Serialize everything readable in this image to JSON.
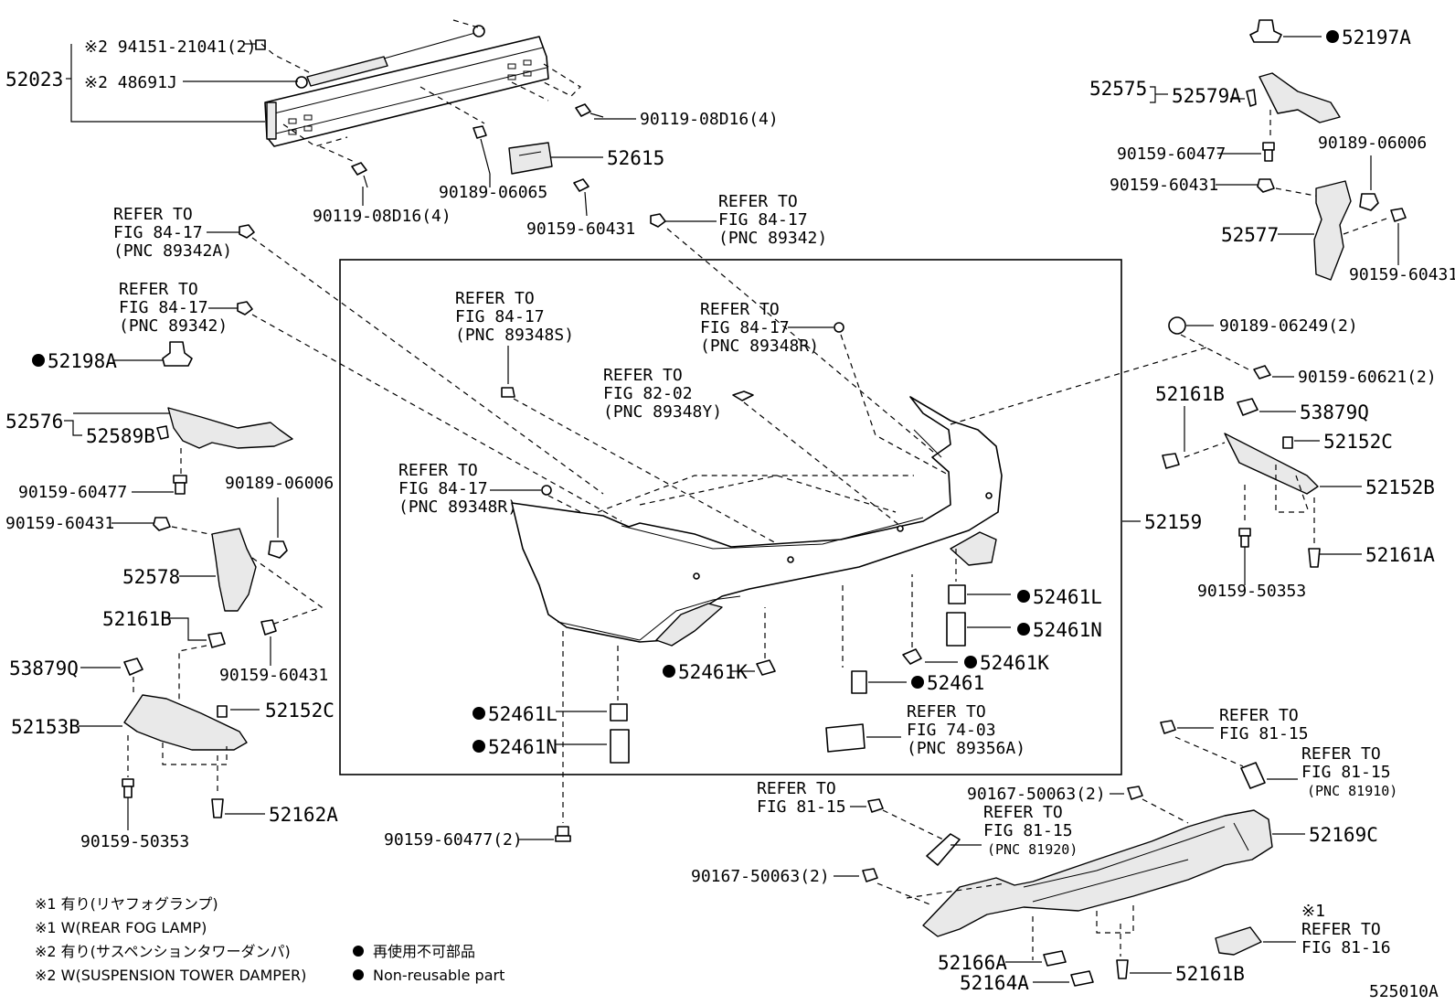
{
  "labels": {
    "p52023": "52023",
    "p94151": "※2 94151-21041(2)",
    "p48691": "※2 48691J",
    "p90119a": "90119-08D16(4)",
    "p90119b": "90119-08D16(4)",
    "p90189a": "90189-06065",
    "p52615": "52615",
    "p90159a": "90159-60431",
    "p52197A": "52197A",
    "p52575": "52575",
    "p52579A": "52579A",
    "p90159b": "90159-60477",
    "p90189b": "90189-06006",
    "p90159c": "90159-60431",
    "p52577": "52577",
    "p90159d": "90159-60431",
    "p90189c": "90189-06249(2)",
    "p90159e": "90159-60621(2)",
    "p52161B": "52161B",
    "p53879Q": "53879Q",
    "p52152C": "52152C",
    "p52152B": "52152B",
    "p52159": "52159",
    "p52161A": "52161A",
    "p90159f": "90159-50353",
    "p52198A": "52198A",
    "p52576": "52576",
    "p52589B": "52589B",
    "p90159g": "90159-60477",
    "p90189d": "90189-06006",
    "p90159h": "90159-60431",
    "p52578": "52578",
    "p52161Bb": "52161B",
    "p90159i": "90159-60431",
    "p53879Qb": "53879Q",
    "p52152Cb": "52152C",
    "p52153B": "52153B",
    "p90159j": "90159-50353",
    "p52162A": "52162A",
    "p52461Ka": "52461K",
    "p52461La": "52461L",
    "p52461Na": "52461N",
    "p90159k": "90159-60477(2)",
    "p52461Lb": "52461L",
    "p52461Nb": "52461N",
    "p52461Kb": "52461K",
    "p52461": "52461",
    "p90167a": "90167-50063(2)",
    "p52169C": "52169C",
    "p90167b": "90167-50063(2)",
    "p52166A": "52166A",
    "p52164A": "52164A",
    "p52161Bc": "52161B",
    "figId": "525010A"
  },
  "refers": [
    {
      "l1": "REFER TO",
      "l2": "FIG 84-17",
      "l3": "(PNC 89342A)"
    },
    {
      "l1": "REFER TO",
      "l2": "FIG 84-17",
      "l3": "(PNC 89342)"
    },
    {
      "l1": "REFER TO",
      "l2": "FIG 84-17",
      "l3": "(PNC 89342)"
    },
    {
      "l1": "REFER TO",
      "l2": "FIG 84-17",
      "l3": "(PNC 89348S)"
    },
    {
      "l1": "REFER TO",
      "l2": "FIG 84-17",
      "l3": "(PNC 89348R)"
    },
    {
      "l1": "REFER TO",
      "l2": "FIG 82-02",
      "l3": "(PNC 89348Y)"
    },
    {
      "l1": "REFER TO",
      "l2": "FIG 84-17",
      "l3": "(PNC 89348R)"
    },
    {
      "l1": "REFER TO",
      "l2": "FIG 74-03",
      "l3": "(PNC 89356A)"
    },
    {
      "l1": "REFER TO",
      "l2": "FIG 81-15",
      "l3": ""
    },
    {
      "l1": "REFER TO",
      "l2": "FIG 81-15",
      "l3": "(PNC 81910)"
    },
    {
      "l1": "REFER TO",
      "l2": "FIG 81-15",
      "l3": ""
    },
    {
      "l1": "REFER TO",
      "l2": "FIG 81-15",
      "l3": "(PNC 81920)"
    },
    {
      "l0": "※1",
      "l1": "REFER TO",
      "l2": "FIG 81-16",
      "l3": ""
    }
  ],
  "legend": {
    "n1": "※1 有り(リヤフォグランプ)",
    "n2": "※1 W(REAR FOG LAMP)",
    "n3": "※2 有り(サスペンションタワーダンパ)",
    "n4": "※2 W(SUSPENSION TOWER DAMPER)",
    "dot1": "再使用不可部品",
    "dot2": "Non-reusable part"
  }
}
